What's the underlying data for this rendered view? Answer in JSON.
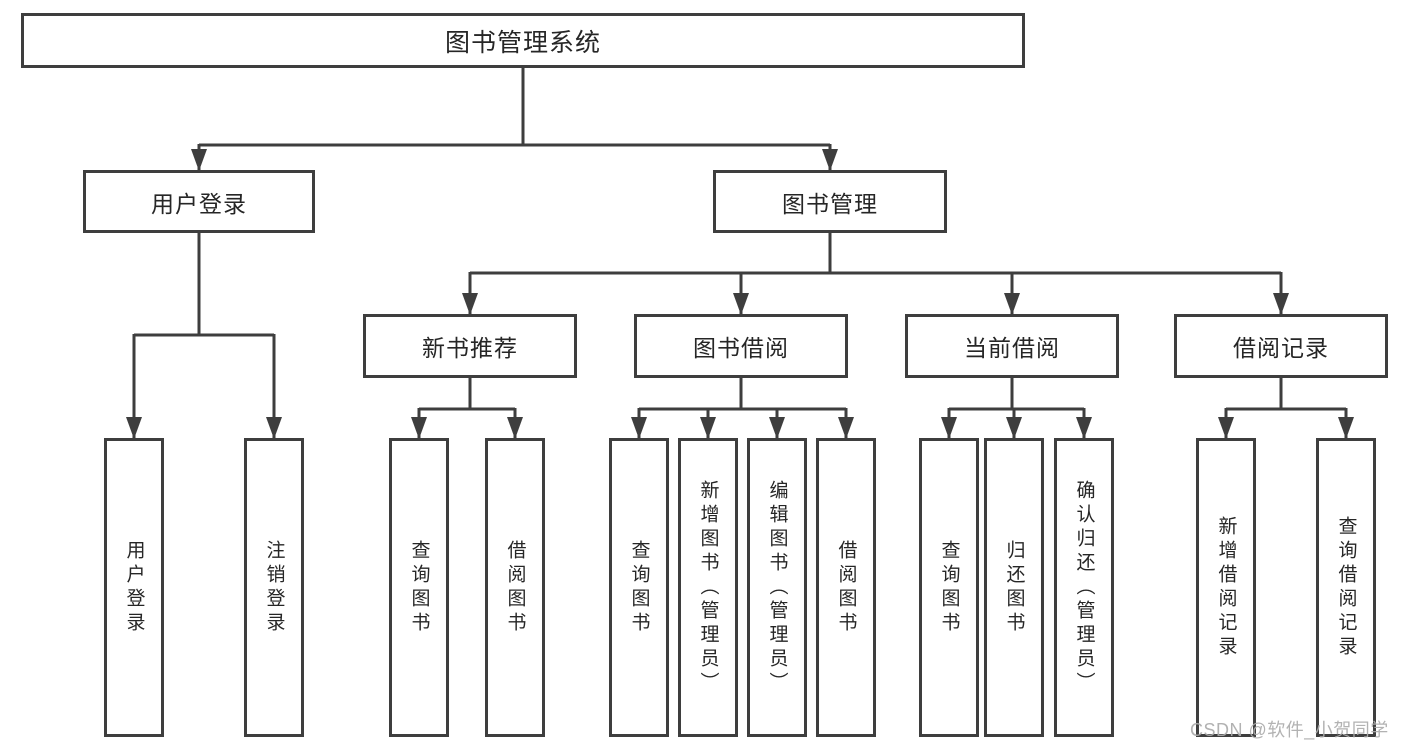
{
  "colors": {
    "line": "#3e3e3e",
    "box_border": "#3e3e3e",
    "text": "#262626",
    "background": "#ffffff",
    "watermark": "#ababab"
  },
  "watermark": {
    "text": "CSDN @软件_小贺同学"
  },
  "tree": {
    "root": {
      "label": "图书管理系统"
    },
    "branches": [
      {
        "label": "用户登录"
      },
      {
        "label": "图书管理"
      }
    ],
    "modules": [
      {
        "label": "新书推荐"
      },
      {
        "label": "图书借阅"
      },
      {
        "label": "当前借阅"
      },
      {
        "label": "借阅记录"
      }
    ],
    "leaves": [
      {
        "label": "用户登录"
      },
      {
        "label": "注销登录"
      },
      {
        "label": "查询图书"
      },
      {
        "label": "借阅图书"
      },
      {
        "label": "查询图书"
      },
      {
        "label": "新增图书（管理员）"
      },
      {
        "label": "编辑图书（管理员）"
      },
      {
        "label": "借阅图书"
      },
      {
        "label": "查询图书"
      },
      {
        "label": "归还图书"
      },
      {
        "label": "确认归还（管理员）"
      },
      {
        "label": "新增借阅记录"
      },
      {
        "label": "查询借阅记录"
      }
    ]
  }
}
